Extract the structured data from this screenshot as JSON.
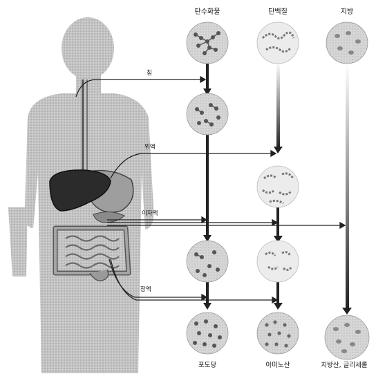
{
  "columns": [
    {
      "key": "carb",
      "title": "탄수화물",
      "result": "포도당"
    },
    {
      "key": "protein",
      "title": "단백질",
      "result": "아미노산"
    },
    {
      "key": "fat",
      "title": "지방",
      "result": "지방산, 글리세롤"
    }
  ],
  "juices": [
    {
      "key": "saliva",
      "label": "침"
    },
    {
      "key": "gastric",
      "label": "위액"
    },
    {
      "key": "pancreatic",
      "label": "이자액"
    },
    {
      "key": "intestinal",
      "label": "장액"
    }
  ],
  "colors": {
    "body": "#bdbdbd",
    "liver": "#2b2b2b",
    "circle_fill": "#d2d2d2",
    "molecule": "#5a5a5a",
    "arrow": "#222222"
  }
}
